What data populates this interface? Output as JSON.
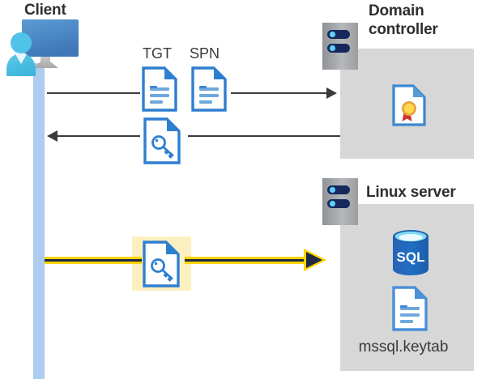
{
  "diagram": {
    "title_client": "Client",
    "title_domain_controller": "Domain controller",
    "title_linux_server": "Linux server",
    "keytab_file_label": "mssql.keytab",
    "flow_labels": {
      "tgt": "TGT",
      "spn": "SPN"
    },
    "icons": {
      "client": "client-user-computer-icon",
      "server_rack": "server-rack-icon",
      "certificate": "certificate-document-icon",
      "sql_database": "sql-database-icon",
      "document": "document-icon",
      "ticket": "key-document-icon"
    },
    "colors": {
      "panel_gray": "#d7d7d7",
      "lifeline_blue": "#aecbf0",
      "wire_black": "#3b3b3b",
      "highlight_yellow": "#fdf0c0",
      "arrow_yellow": "#ffd400",
      "arrow_core_navy": "#1f2a44",
      "doc_blue": "#2f7fd0",
      "sql_blue": "#1f66b0",
      "title_text": "#2f2f2f"
    },
    "flows": [
      {
        "name": "tgt-spn-request",
        "direction": "client-to-domain-controller",
        "style": "black"
      },
      {
        "name": "ticket-response",
        "direction": "domain-controller-to-client",
        "style": "black"
      },
      {
        "name": "service-ticket-auth",
        "direction": "client-to-linux-server",
        "style": "yellow-highlighted"
      }
    ]
  }
}
